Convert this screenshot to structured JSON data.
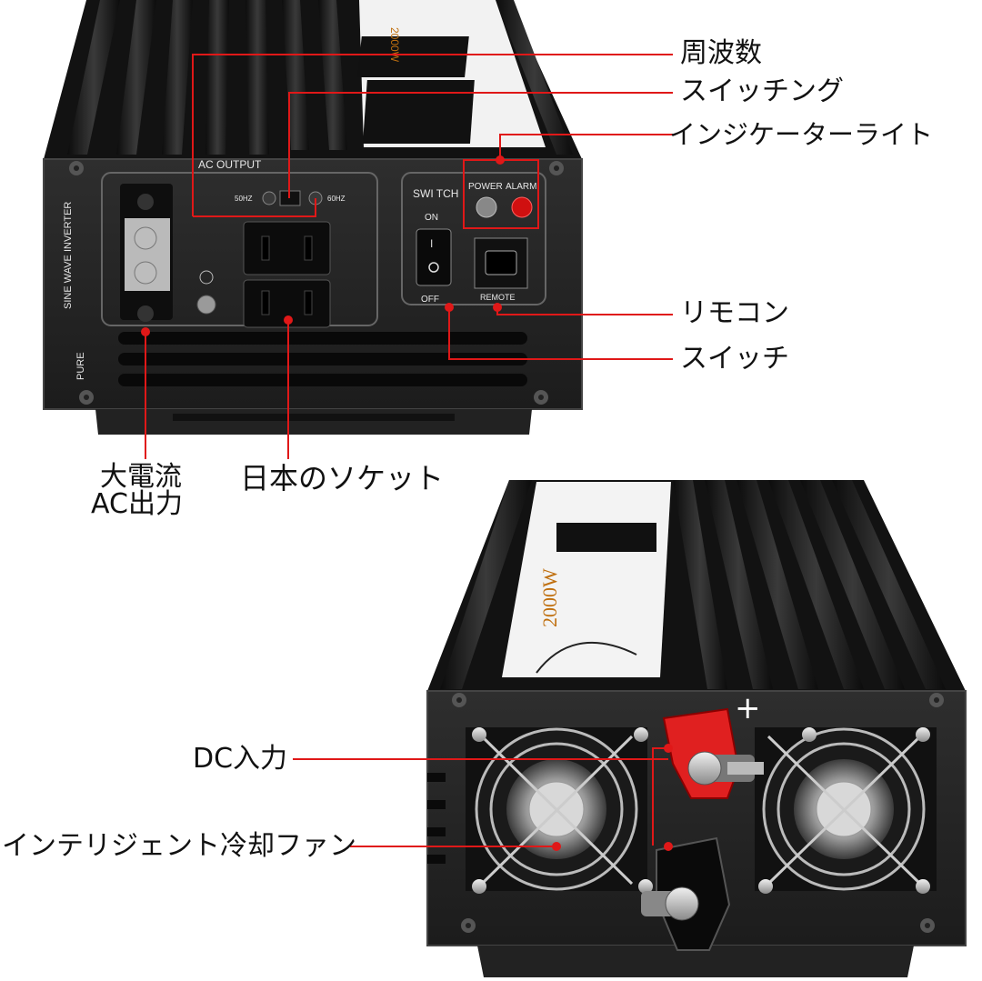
{
  "callouts": {
    "frequency": "周波数",
    "switching": "スイッチング",
    "indicator_light": "インジケーターライト",
    "remote": "リモコン",
    "switch": "スイッチ",
    "large_current_line1": "大電流",
    "large_current_line2": "AC出力",
    "japan_socket": "日本のソケット",
    "dc_input": "DC入力",
    "cooling_fan": "インテリジェント冷却ファン"
  },
  "panel_labels": {
    "ac_output": "AC OUTPUT",
    "hz50": "50HZ",
    "hz60": "60HZ",
    "switch_title": "SWI TCH",
    "on": "ON",
    "off": "OFF",
    "power": "POWER",
    "alarm": "ALARM",
    "remote": "REMOTE",
    "side_text": "SINE WAVE INVERTER",
    "pure": "PURE",
    "plus": "+",
    "model_text": "2000W"
  },
  "colors": {
    "callout_line": "#e01818",
    "body_dark": "#1a1a1a",
    "panel": "#2a2a2a",
    "red_terminal": "#e02020"
  }
}
